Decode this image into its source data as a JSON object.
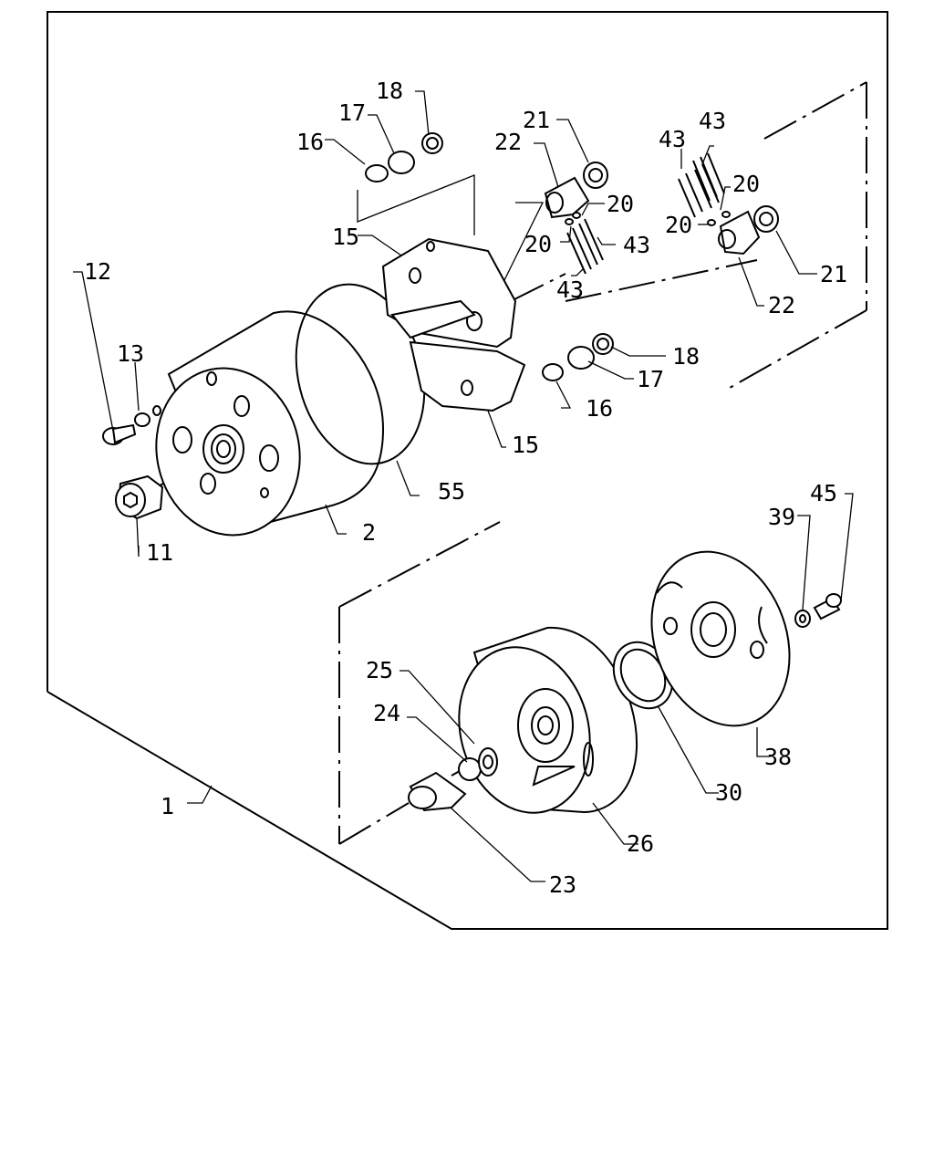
{
  "labels": {
    "assembly": "1",
    "housing": "2",
    "plug": "11",
    "screw_small": "12",
    "washer_small": "13",
    "cam_block_top": "15",
    "cam_block_bottom": "15",
    "bushing_top": "16",
    "bushing_bottom": "16",
    "sleeve_top": "17",
    "sleeve_bottom": "17",
    "ring_top": "18",
    "ring_bottom": "18",
    "pin_left_a": "20",
    "pin_left_b": "20",
    "pin_right_a": "20",
    "pin_right_b": "20",
    "roller_left": "21",
    "roller_right": "21",
    "shoe_left": "22",
    "shoe_right": "22",
    "bolt": "23",
    "washer_24": "24",
    "washer_25": "25",
    "drum": "26",
    "seal": "30",
    "cover_plate": "38",
    "lock_washer": "39",
    "spring_left_a": "43",
    "spring_left_b": "43",
    "spring_right_a": "43",
    "spring_right_b": "43",
    "cap_screw": "45",
    "o_ring": "55"
  }
}
